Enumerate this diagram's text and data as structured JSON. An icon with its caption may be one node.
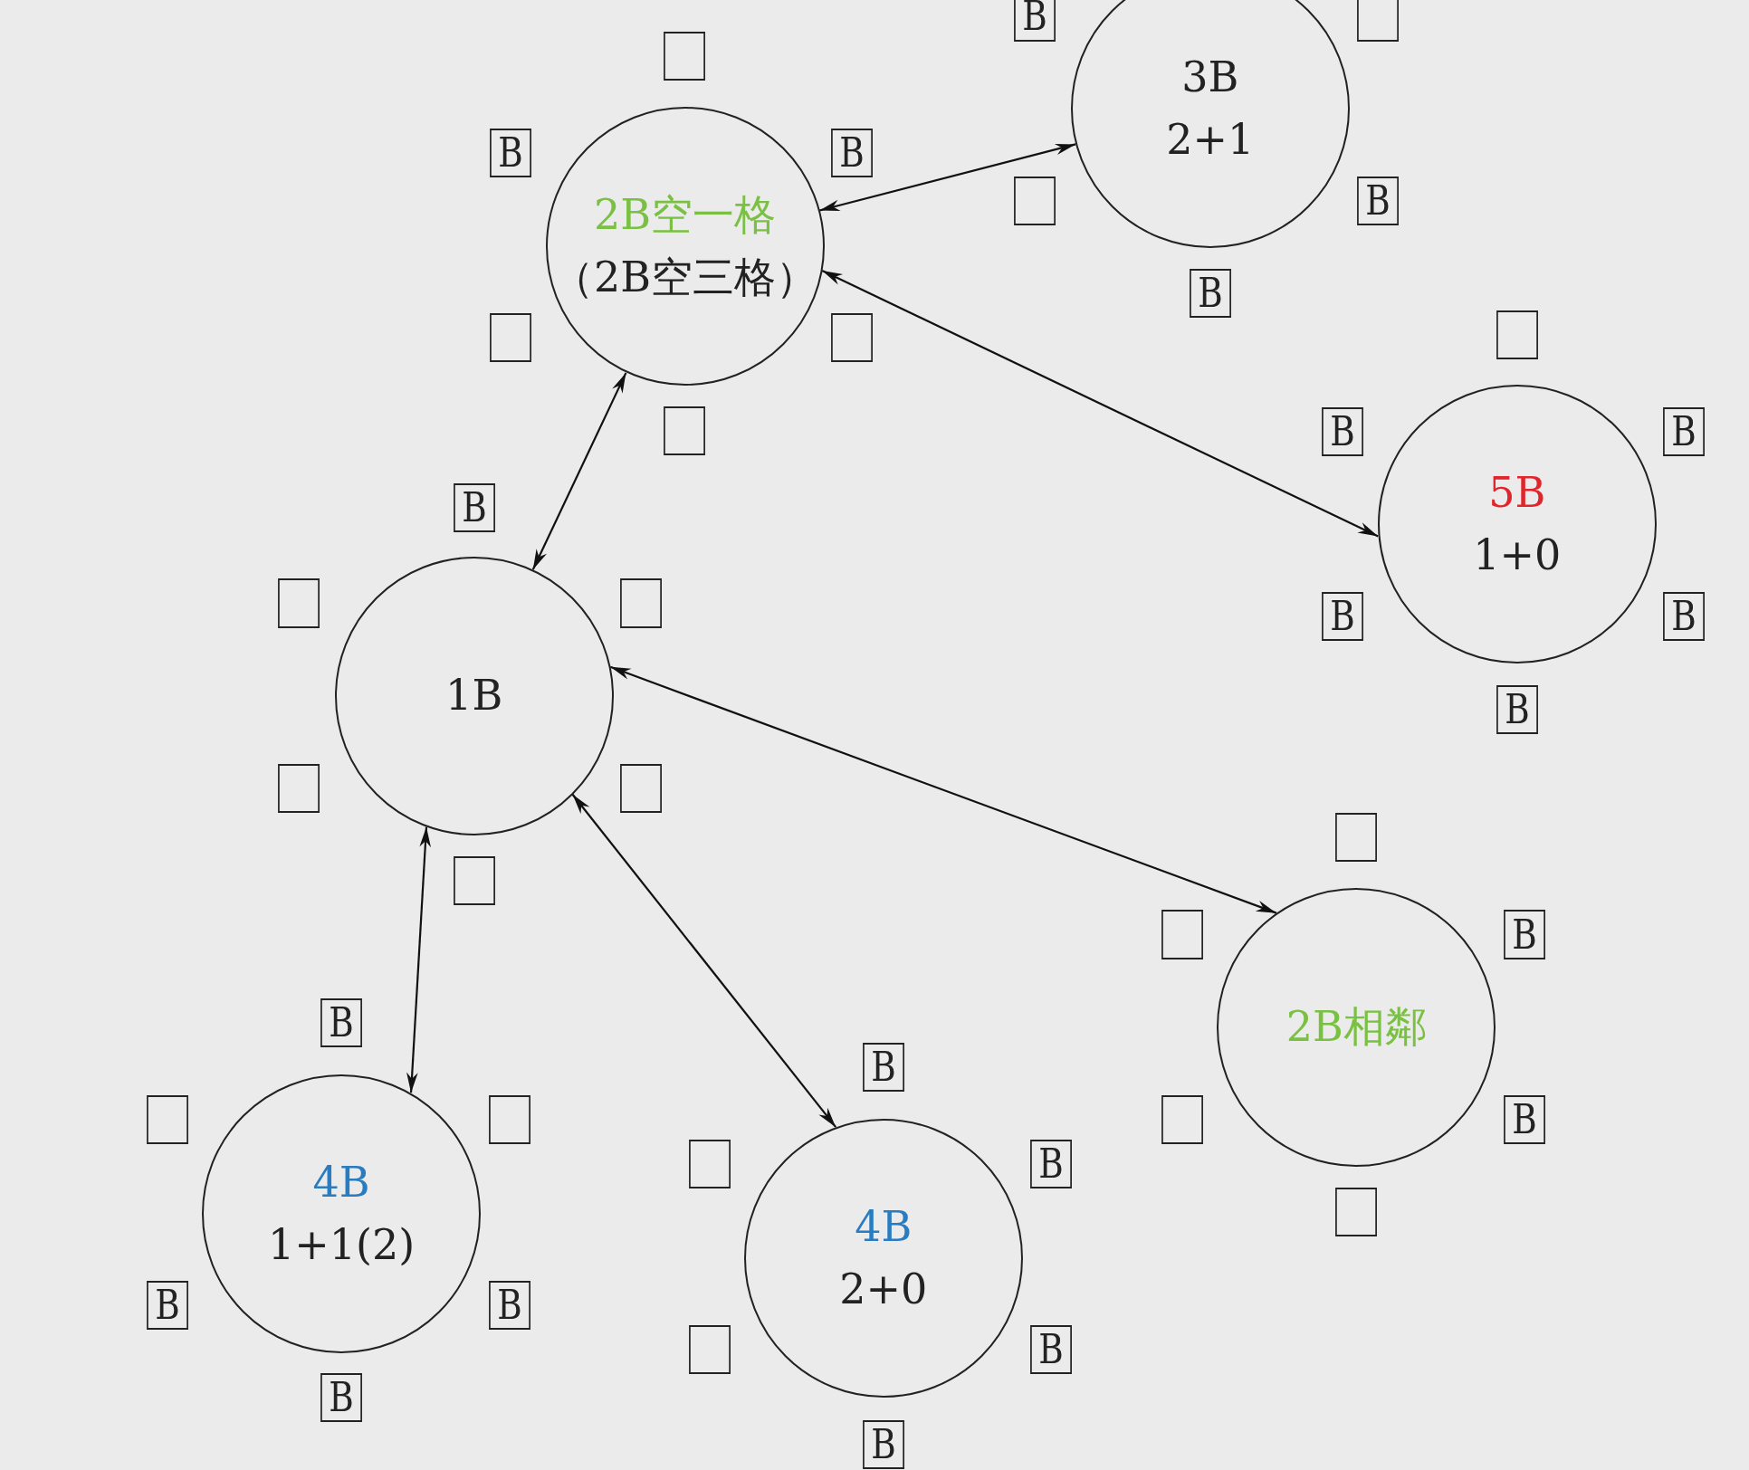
{
  "diagram": {
    "nodes": [
      {
        "text": [
          "2B空一格",
          "（2B空三格）"
        ]
      },
      {
        "text": [],
        "shape": "box"
      },
      {
        "text": [
          "B"
        ]
      },
      {
        "text": [
          "B"
        ]
      },
      {
        "text": [],
        "shape": "box"
      },
      {
        "text": [],
        "shape": "box"
      },
      {
        "text": [],
        "shape": "box"
      },
      {
        "text": [
          "3B",
          "2+1"
        ]
      },
      {
        "text": [
          "B"
        ]
      },
      {
        "text": [],
        "shape": "box"
      },
      {
        "text": [],
        "shape": "box"
      },
      {
        "text": [
          "B"
        ]
      },
      {
        "text": [
          "B"
        ]
      },
      {
        "text": [
          "5B",
          "1+0"
        ]
      },
      {
        "text": [],
        "shape": "box"
      },
      {
        "text": [
          "B"
        ]
      },
      {
        "text": [
          "B"
        ]
      },
      {
        "text": [
          "B"
        ]
      },
      {
        "text": [
          "B"
        ]
      },
      {
        "text": [
          "B"
        ]
      },
      {
        "text": [
          "1B"
        ]
      },
      {
        "text": [
          "B"
        ]
      },
      {
        "text": [],
        "shape": "box"
      },
      {
        "text": [],
        "shape": "box"
      },
      {
        "text": [],
        "shape": "box"
      },
      {
        "text": [],
        "shape": "box"
      },
      {
        "text": [],
        "shape": "box"
      },
      {
        "text": [
          "2B相鄰"
        ]
      },
      {
        "text": [],
        "shape": "box"
      },
      {
        "text": [],
        "shape": "box"
      },
      {
        "text": [
          "B"
        ]
      },
      {
        "text": [],
        "shape": "box"
      },
      {
        "text": [
          "B"
        ]
      },
      {
        "text": [],
        "shape": "box"
      },
      {
        "text": [
          "4B",
          "1+1(2)"
        ]
      },
      {
        "text": [
          "B"
        ]
      },
      {
        "text": [],
        "shape": "box"
      },
      {
        "text": [],
        "shape": "box"
      },
      {
        "text": [
          "B"
        ]
      },
      {
        "text": [
          "B"
        ]
      },
      {
        "text": [
          "B"
        ]
      },
      {
        "text": [
          "4B",
          "2+0"
        ]
      },
      {
        "text": [
          "B"
        ]
      },
      {
        "text": [],
        "shape": "box"
      },
      {
        "text": [
          "B"
        ]
      },
      {
        "text": [],
        "shape": "box"
      },
      {
        "text": [
          "B"
        ]
      },
      {
        "text": [
          "B"
        ]
      }
    ],
    "edges": [
      {
        "from": 0,
        "to": 7,
        "arrow": "both"
      },
      {
        "from": 0,
        "to": 20,
        "arrow": "both"
      },
      {
        "from": 0,
        "to": 13,
        "arrow": "both"
      },
      {
        "from": 20,
        "to": 27,
        "arrow": "both"
      },
      {
        "from": 20,
        "to": 41,
        "arrow": "both"
      },
      {
        "from": 20,
        "to": 34,
        "arrow": "both"
      }
    ]
  }
}
